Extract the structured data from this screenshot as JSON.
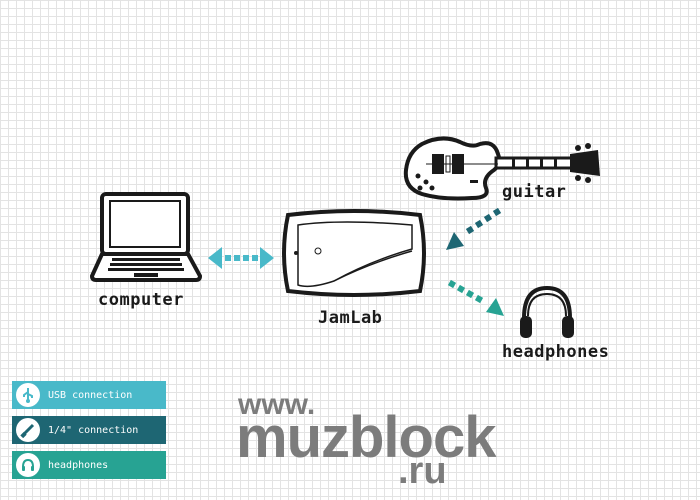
{
  "diagram": {
    "nodes": {
      "computer": {
        "label": "computer"
      },
      "jamlab": {
        "label": "JamLab"
      },
      "guitar": {
        "label": "guitar"
      },
      "headphones": {
        "label": "headphones"
      }
    }
  },
  "legend": {
    "items": [
      {
        "label": "USB connection",
        "color": "#49b9c9",
        "icon": "usb-icon"
      },
      {
        "label": "1/4\" connection",
        "color": "#1e6673",
        "icon": "jack-plug-icon"
      },
      {
        "label": "headphones",
        "color": "#27a393",
        "icon": "headphones-icon"
      }
    ]
  },
  "watermark": {
    "www": "www.",
    "brand": "muzblock",
    "tld": ".ru"
  },
  "colors": {
    "usb": "#49b9c9",
    "jack": "#1e6673",
    "phones": "#27a393",
    "stroke": "#1a1a1a"
  }
}
